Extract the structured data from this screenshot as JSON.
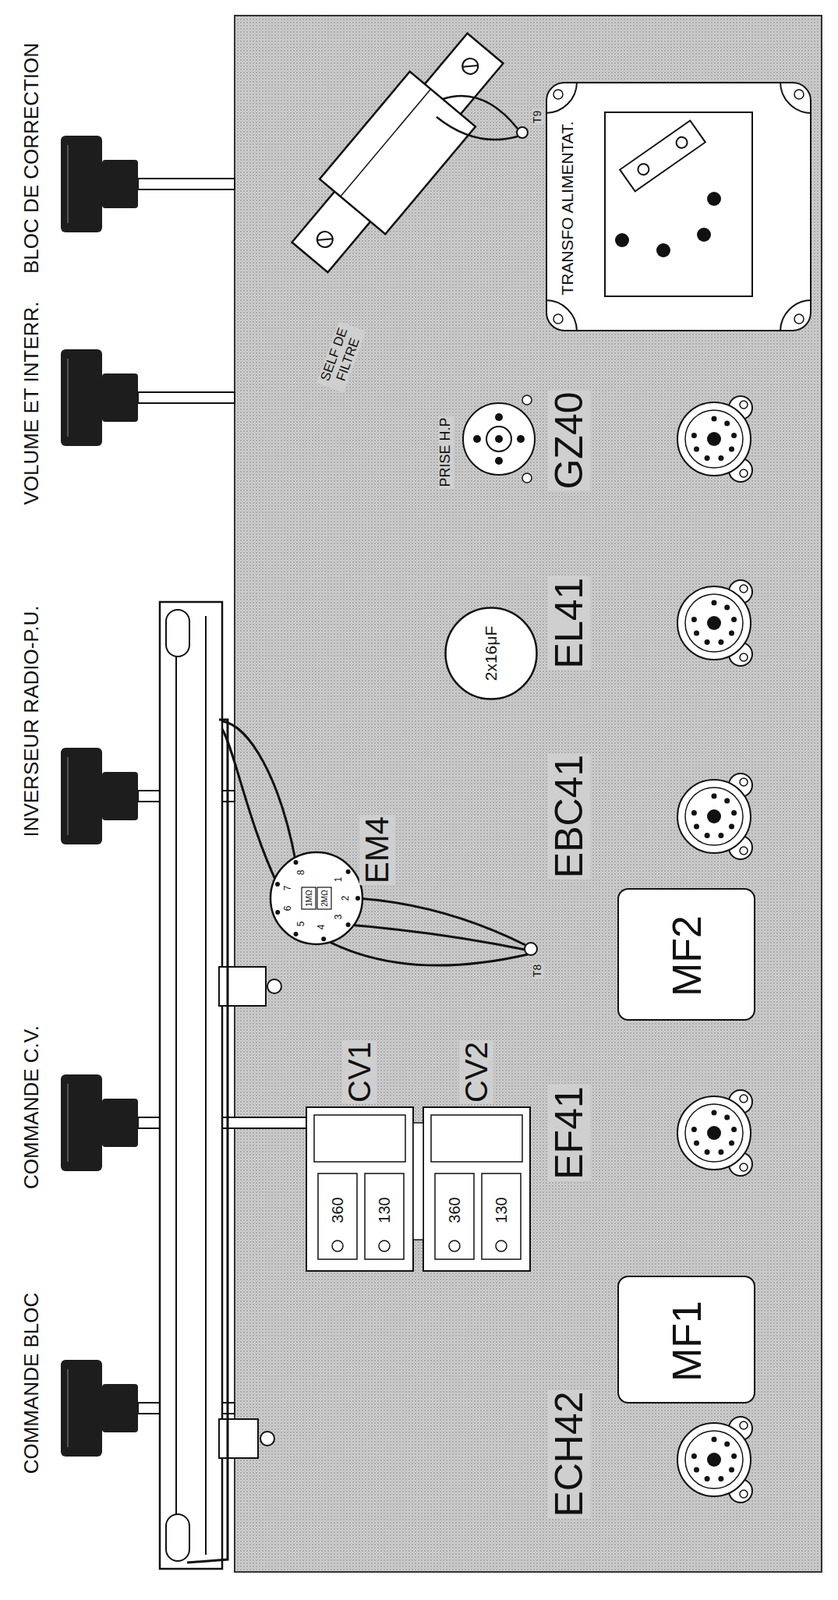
{
  "diagram": {
    "nodes": [
      {
        "text": [
          "MF1"
        ]
      },
      {
        "text": [
          "MF2"
        ]
      },
      {
        "text": [
          "2x16μF"
        ]
      },
      {
        "text": [
          "TRANSFO ALIMENTAT."
        ]
      }
    ],
    "labels": [
      "BLOC DE CORRECTION",
      "VOLUME ET INTERR.",
      "INVERSEUR RADIO-P.U.",
      "COMMANDE C.V.",
      "COMMANDE BLOC",
      "SELF DE FILTRE",
      "T9",
      "PRISE H.P",
      "GZ40",
      "EL41",
      "EBC41",
      "EM4",
      "1",
      "2",
      "3",
      "4",
      "5",
      "6",
      "7",
      "8",
      "1MΩ",
      "2MΩ",
      "T8",
      "CV1",
      "CV2",
      "360",
      "130",
      "360",
      "130",
      "EF41",
      "ECH42"
    ]
  }
}
